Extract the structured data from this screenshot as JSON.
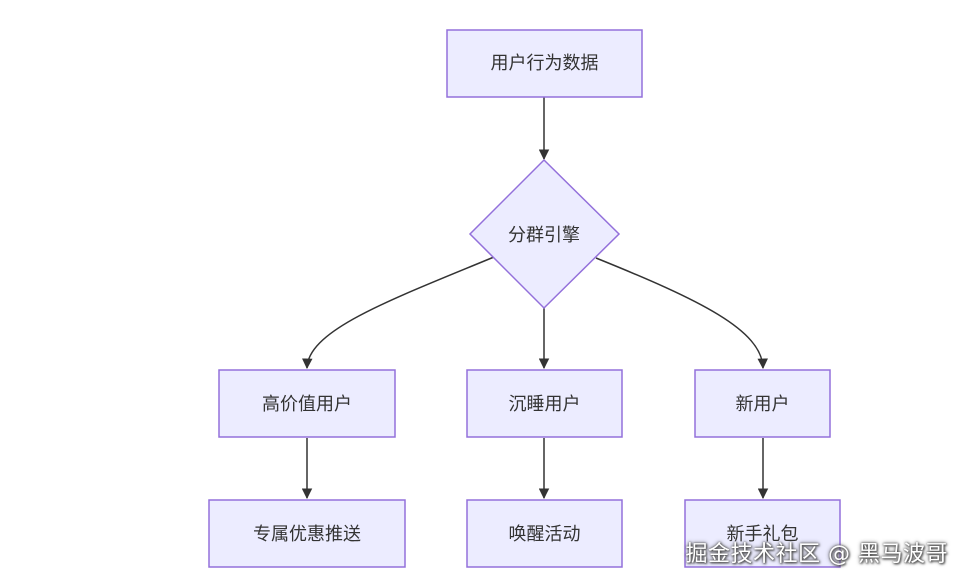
{
  "nodes": {
    "root": "用户行为数据",
    "decision": "分群引擎",
    "high_value": "高价值用户",
    "dormant": "沉睡用户",
    "new_user": "新用户",
    "exclusive_offer": "专属优惠推送",
    "reactivation": "唤醒活动",
    "newbie_gift": "新手礼包"
  },
  "colors": {
    "node_fill": "#ECECFF",
    "node_stroke": "#9370DB",
    "edge": "#333333"
  },
  "watermark": "掘金技术社区 @ 黑马波哥"
}
